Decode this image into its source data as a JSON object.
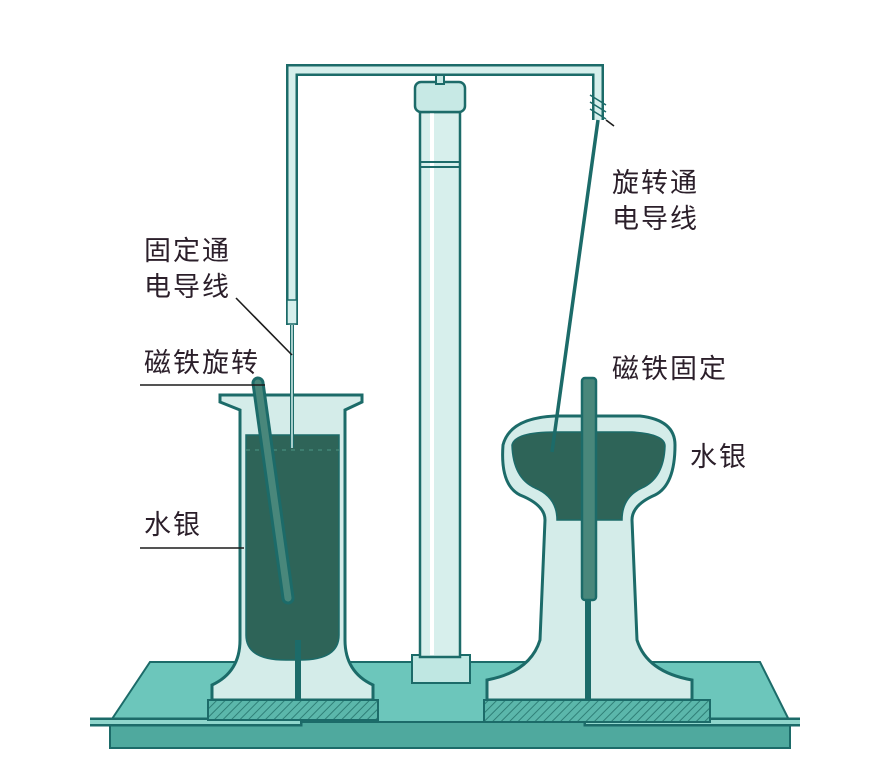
{
  "labels": {
    "fixed_wire": "固定通\n电导线",
    "rotating_wire": "旋转通\n电导线",
    "magnet_rotating": "磁铁旋转",
    "magnet_fixed": "磁铁固定",
    "mercury_left": "水银",
    "mercury_right": "水银"
  },
  "colors": {
    "outline": "#1c6b69",
    "glass": "#d4ece9",
    "mercury": "#2e6458",
    "base": "#5dbfb4",
    "label_text": "#2b1f2a"
  }
}
